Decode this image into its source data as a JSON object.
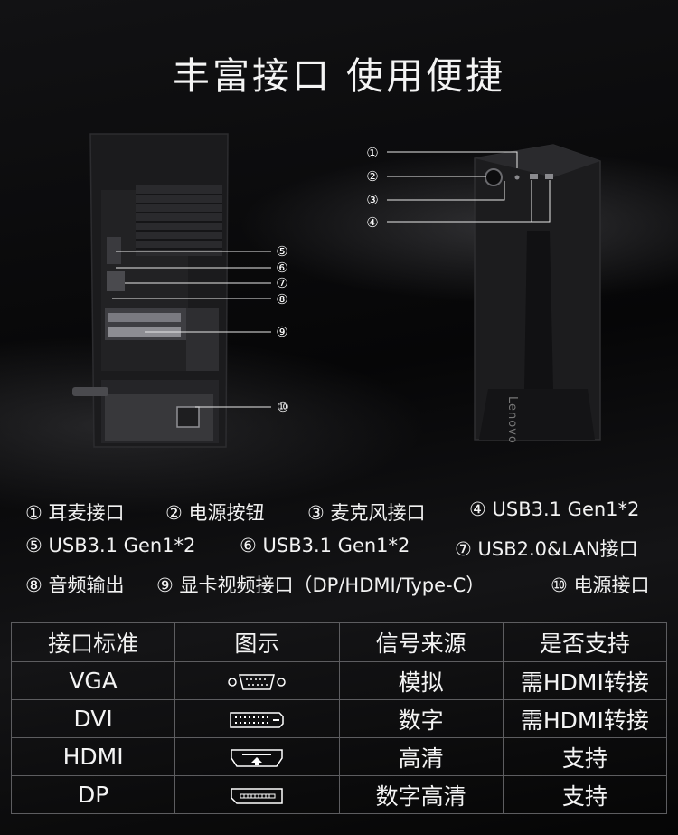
{
  "title": "丰富接口  使用便捷",
  "callouts": {
    "c1": "①",
    "c2": "②",
    "c3": "③",
    "c4": "④",
    "c5": "⑤",
    "c6": "⑥",
    "c7": "⑦",
    "c8": "⑧",
    "c9": "⑨",
    "c10": "⑩"
  },
  "brand": "Lenovo",
  "specs": {
    "row1": [
      "① 耳麦接口",
      "② 电源按钮",
      "③ 麦克风接口",
      "④ USB3.1 Gen1*2"
    ],
    "row2": [
      "⑤ USB3.1 Gen1*2",
      "⑥ USB3.1 Gen1*2",
      "⑦ USB2.0&LAN接口"
    ],
    "row3": [
      "⑧ 音频输出",
      "⑨ 显卡视频接口（DP/HDMI/Type-C）",
      "⑩ 电源接口"
    ]
  },
  "table": {
    "headers": [
      "接口标准",
      "图示",
      "信号来源",
      "是否支持"
    ],
    "rows": [
      {
        "standard": "VGA",
        "icon": "vga-connector-icon",
        "signal": "模拟",
        "support": "需HDMI转接"
      },
      {
        "standard": "DVI",
        "icon": "dvi-connector-icon",
        "signal": "数字",
        "support": "需HDMI转接"
      },
      {
        "standard": "HDMI",
        "icon": "hdmi-connector-icon",
        "signal": "高清",
        "support": "支持"
      },
      {
        "standard": "DP",
        "icon": "dp-connector-icon",
        "signal": "数字高清",
        "support": "支持"
      }
    ]
  },
  "colors": {
    "background": "#0a0a0b",
    "text": "#ffffff",
    "grid": "#5d5d60"
  }
}
